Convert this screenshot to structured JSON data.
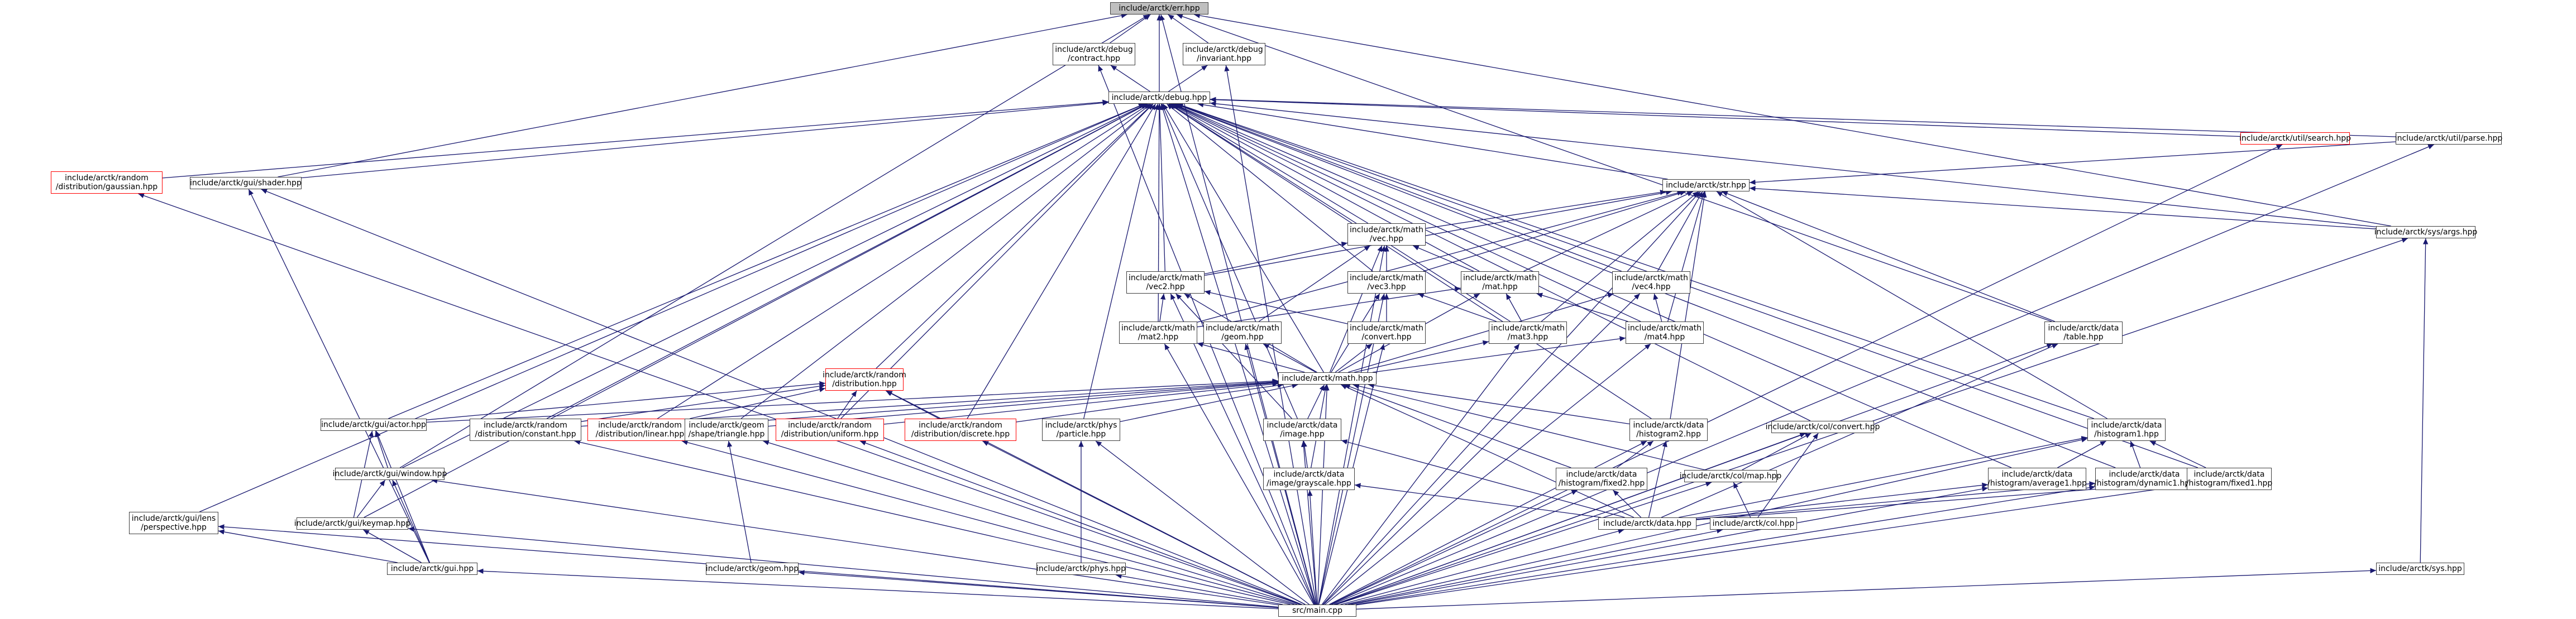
{
  "colors": {
    "edge": "#191970",
    "node_border": "#3f3f3f",
    "missing_border": "#ff0000",
    "highlight_fill": "#bfbfbf",
    "background": "#ffffff"
  },
  "nodes": {
    "assert": {
      "label": "include/arctk/err.hpp",
      "style": "highlight"
    },
    "contract": {
      "label": "include/arctk/debug\n/contract.hpp"
    },
    "invariant": {
      "label": "include/arctk/debug\n/invariant.hpp"
    },
    "debug": {
      "label": "include/arctk/debug.hpp"
    },
    "gaussian": {
      "label": "include/arctk/random\n/distribution/gaussian.hpp",
      "style": "missing"
    },
    "shader": {
      "label": "include/arctk/gui/shader.hpp"
    },
    "search": {
      "label": "include/arctk/util/search.hpp",
      "style": "missing"
    },
    "parse": {
      "label": "include/arctk/util/parse.hpp"
    },
    "str": {
      "label": "include/arctk/str.hpp"
    },
    "vec": {
      "label": "include/arctk/math\n/vec.hpp"
    },
    "args": {
      "label": "include/arctk/sys/args.hpp"
    },
    "vec2": {
      "label": "include/arctk/math\n/vec2.hpp"
    },
    "vec3": {
      "label": "include/arctk/math\n/vec3.hpp"
    },
    "mat": {
      "label": "include/arctk/math\n/mat.hpp"
    },
    "vec4": {
      "label": "include/arctk/math\n/vec4.hpp"
    },
    "mat2": {
      "label": "include/arctk/math\n/mat2.hpp"
    },
    "geom": {
      "label": "include/arctk/math\n/geom.hpp"
    },
    "convert": {
      "label": "include/arctk/math\n/convert.hpp"
    },
    "mat3": {
      "label": "include/arctk/math\n/mat3.hpp"
    },
    "mat4": {
      "label": "include/arctk/math\n/mat4.hpp"
    },
    "table": {
      "label": "include/arctk/data\n/table.hpp"
    },
    "math": {
      "label": "include/arctk/math.hpp"
    },
    "distribution": {
      "label": "include/arctk/random\n/distribution.hpp",
      "style": "missing"
    },
    "actor": {
      "label": "include/arctk/gui/actor.hpp"
    },
    "constant": {
      "label": "include/arctk/random\n/distribution/constant.hpp"
    },
    "linear": {
      "label": "include/arctk/random\n/distribution/linear.hpp",
      "style": "missing"
    },
    "triangle": {
      "label": "include/arctk/geom\n/shape/triangle.hpp"
    },
    "uniform": {
      "label": "include/arctk/random\n/distribution/uniform.hpp",
      "style": "missing"
    },
    "discrete": {
      "label": "include/arctk/random\n/distribution/discrete.hpp",
      "style": "missing"
    },
    "particle": {
      "label": "include/arctk/phys\n/particle.hpp"
    },
    "image": {
      "label": "include/arctk/data\n/image.hpp"
    },
    "histogram2": {
      "label": "include/arctk/data\n/histogram2.hpp"
    },
    "colconvert": {
      "label": "include/arctk/col/convert.hpp"
    },
    "histogram1": {
      "label": "include/arctk/data\n/histogram1.hpp"
    },
    "window": {
      "label": "include/arctk/gui/window.hpp"
    },
    "grayscale": {
      "label": "include/arctk/data\n/image/grayscale.hpp"
    },
    "fixed2": {
      "label": "include/arctk/data\n/histogram/fixed2.hpp"
    },
    "colmap": {
      "label": "include/arctk/col/map.hpp"
    },
    "average1": {
      "label": "include/arctk/data\n/histogram/average1.hpp"
    },
    "dynamic1": {
      "label": "include/arctk/data\n/histogram/dynamic1.hpp"
    },
    "fixed1": {
      "label": "include/arctk/data\n/histogram/fixed1.hpp"
    },
    "perspective": {
      "label": "include/arctk/gui/lens\n/perspective.hpp"
    },
    "keymap": {
      "label": "include/arctk/gui/keymap.hpp"
    },
    "data": {
      "label": "include/arctk/data.hpp"
    },
    "col": {
      "label": "include/arctk/col.hpp"
    },
    "gui": {
      "label": "include/arctk/gui.hpp"
    },
    "geomhpp": {
      "label": "include/arctk/geom.hpp"
    },
    "phys": {
      "label": "include/arctk/phys.hpp"
    },
    "sys": {
      "label": "include/arctk/sys.hpp"
    },
    "main": {
      "label": "src/main.cpp"
    }
  },
  "edges": [
    [
      "contract",
      "assert"
    ],
    [
      "invariant",
      "assert"
    ],
    [
      "debug",
      "assert"
    ],
    [
      "shader",
      "assert"
    ],
    [
      "window",
      "assert"
    ],
    [
      "table",
      "assert"
    ],
    [
      "args",
      "assert"
    ],
    [
      "main",
      "assert"
    ],
    [
      "debug",
      "contract"
    ],
    [
      "debug",
      "invariant"
    ],
    [
      "main",
      "contract"
    ],
    [
      "main",
      "invariant"
    ],
    [
      "gaussian",
      "debug"
    ],
    [
      "shader",
      "debug"
    ],
    [
      "parse",
      "debug"
    ],
    [
      "search",
      "debug"
    ],
    [
      "str",
      "debug"
    ],
    [
      "vec",
      "debug"
    ],
    [
      "args",
      "debug"
    ],
    [
      "vec2",
      "debug"
    ],
    [
      "vec3",
      "debug"
    ],
    [
      "mat",
      "debug"
    ],
    [
      "vec4",
      "debug"
    ],
    [
      "mat2",
      "debug"
    ],
    [
      "mat3",
      "debug"
    ],
    [
      "mat4",
      "debug"
    ],
    [
      "math",
      "debug"
    ],
    [
      "distribution",
      "debug"
    ],
    [
      "actor",
      "debug"
    ],
    [
      "constant",
      "debug"
    ],
    [
      "linear",
      "debug"
    ],
    [
      "triangle",
      "debug"
    ],
    [
      "uniform",
      "debug"
    ],
    [
      "discrete",
      "debug"
    ],
    [
      "particle",
      "debug"
    ],
    [
      "image",
      "debug"
    ],
    [
      "histogram2",
      "debug"
    ],
    [
      "colconvert",
      "debug"
    ],
    [
      "histogram1",
      "debug"
    ],
    [
      "window",
      "debug"
    ],
    [
      "average1",
      "debug"
    ],
    [
      "dynamic1",
      "debug"
    ],
    [
      "fixed1",
      "debug"
    ],
    [
      "perspective",
      "debug"
    ],
    [
      "keymap",
      "debug"
    ],
    [
      "main",
      "debug"
    ],
    [
      "parse",
      "str"
    ],
    [
      "args",
      "str"
    ],
    [
      "main",
      "str"
    ],
    [
      "vec",
      "str"
    ],
    [
      "vec2",
      "str"
    ],
    [
      "vec3",
      "str"
    ],
    [
      "mat",
      "str"
    ],
    [
      "vec4",
      "str"
    ],
    [
      "mat2",
      "str"
    ],
    [
      "mat3",
      "str"
    ],
    [
      "mat4",
      "str"
    ],
    [
      "table",
      "str"
    ],
    [
      "histogram1",
      "str"
    ],
    [
      "histogram2",
      "str"
    ],
    [
      "vec2",
      "vec"
    ],
    [
      "vec3",
      "vec"
    ],
    [
      "mat",
      "vec"
    ],
    [
      "geom",
      "vec"
    ],
    [
      "math",
      "vec"
    ],
    [
      "main",
      "vec"
    ],
    [
      "mat2",
      "vec2"
    ],
    [
      "math",
      "vec2"
    ],
    [
      "convert",
      "vec2"
    ],
    [
      "image",
      "vec2"
    ],
    [
      "main",
      "vec2"
    ],
    [
      "convert",
      "vec3"
    ],
    [
      "mat3",
      "vec3"
    ],
    [
      "math",
      "vec3"
    ],
    [
      "main",
      "vec3"
    ],
    [
      "mat2",
      "mat"
    ],
    [
      "mat3",
      "mat"
    ],
    [
      "mat4",
      "mat"
    ],
    [
      "math",
      "mat"
    ],
    [
      "mat4",
      "vec4"
    ],
    [
      "math",
      "vec4"
    ],
    [
      "main",
      "vec4"
    ],
    [
      "math",
      "mat2"
    ],
    [
      "math",
      "geom"
    ],
    [
      "math",
      "convert"
    ],
    [
      "math",
      "mat3"
    ],
    [
      "math",
      "mat4"
    ],
    [
      "main",
      "mat2"
    ],
    [
      "main",
      "geom"
    ],
    [
      "main",
      "convert"
    ],
    [
      "main",
      "mat3"
    ],
    [
      "main",
      "mat4"
    ],
    [
      "actor",
      "math"
    ],
    [
      "constant",
      "math"
    ],
    [
      "linear",
      "math"
    ],
    [
      "triangle",
      "math"
    ],
    [
      "uniform",
      "math"
    ],
    [
      "discrete",
      "math"
    ],
    [
      "particle",
      "math"
    ],
    [
      "image",
      "math"
    ],
    [
      "histogram2",
      "math"
    ],
    [
      "grayscale",
      "math"
    ],
    [
      "colmap",
      "math"
    ],
    [
      "data",
      "math"
    ],
    [
      "main",
      "math"
    ],
    [
      "fixed2",
      "math"
    ],
    [
      "constant",
      "distribution"
    ],
    [
      "linear",
      "distribution"
    ],
    [
      "uniform",
      "distribution"
    ],
    [
      "discrete",
      "distribution"
    ],
    [
      "actor",
      "distribution"
    ],
    [
      "main",
      "distribution"
    ],
    [
      "window",
      "actor"
    ],
    [
      "keymap",
      "actor"
    ],
    [
      "gui",
      "actor"
    ],
    [
      "geomhpp",
      "triangle"
    ],
    [
      "main",
      "triangle"
    ],
    [
      "phys",
      "particle"
    ],
    [
      "main",
      "particle"
    ],
    [
      "grayscale",
      "image"
    ],
    [
      "data",
      "image"
    ],
    [
      "main",
      "image"
    ],
    [
      "fixed2",
      "histogram2"
    ],
    [
      "data",
      "histogram2"
    ],
    [
      "main",
      "histogram2"
    ],
    [
      "colmap",
      "colconvert"
    ],
    [
      "col",
      "colconvert"
    ],
    [
      "main",
      "colconvert"
    ],
    [
      "average1",
      "histogram1"
    ],
    [
      "dynamic1",
      "histogram1"
    ],
    [
      "fixed1",
      "histogram1"
    ],
    [
      "data",
      "histogram1"
    ],
    [
      "main",
      "histogram1"
    ],
    [
      "keymap",
      "window"
    ],
    [
      "gui",
      "window"
    ],
    [
      "main",
      "window"
    ],
    [
      "data",
      "grayscale"
    ],
    [
      "main",
      "grayscale"
    ],
    [
      "data",
      "fixed2"
    ],
    [
      "main",
      "fixed2"
    ],
    [
      "col",
      "colmap"
    ],
    [
      "main",
      "colmap"
    ],
    [
      "data",
      "average1"
    ],
    [
      "data",
      "dynamic1"
    ],
    [
      "data",
      "fixed1"
    ],
    [
      "main",
      "average1"
    ],
    [
      "main",
      "dynamic1"
    ],
    [
      "main",
      "fixed1"
    ],
    [
      "gui",
      "perspective"
    ],
    [
      "main",
      "perspective"
    ],
    [
      "gui",
      "keymap"
    ],
    [
      "main",
      "keymap"
    ],
    [
      "gui",
      "shader"
    ],
    [
      "main",
      "shader"
    ],
    [
      "main",
      "gaussian"
    ],
    [
      "main",
      "constant"
    ],
    [
      "main",
      "linear"
    ],
    [
      "main",
      "uniform"
    ],
    [
      "main",
      "discrete"
    ],
    [
      "main",
      "data"
    ],
    [
      "main",
      "col"
    ],
    [
      "main",
      "gui"
    ],
    [
      "main",
      "geomhpp"
    ],
    [
      "main",
      "phys"
    ],
    [
      "main",
      "sys"
    ],
    [
      "sys",
      "args"
    ],
    [
      "main",
      "args"
    ],
    [
      "main",
      "parse"
    ],
    [
      "main",
      "search"
    ],
    [
      "main",
      "table"
    ],
    [
      "data",
      "table"
    ]
  ]
}
